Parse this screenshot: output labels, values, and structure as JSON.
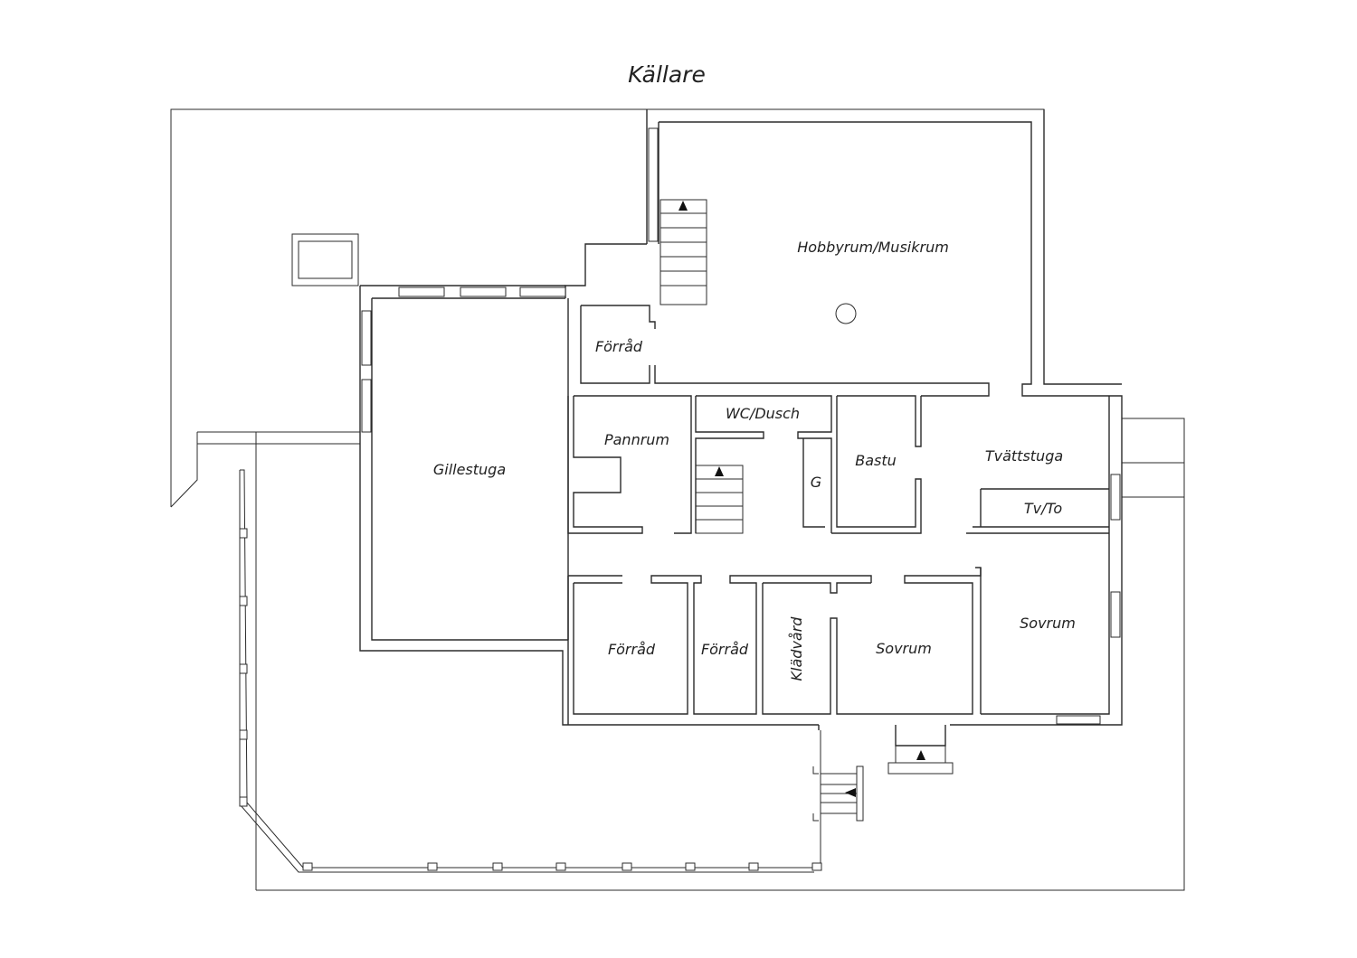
{
  "title": "Källare",
  "rooms": {
    "hobbyrum": "Hobbyrum/Musikrum",
    "forrad_top": "Förråd",
    "gillestuga": "Gillestuga",
    "pannrum": "Pannrum",
    "wc_dusch": "WC/Dusch",
    "g": "G",
    "bastu": "Bastu",
    "tvattstuga": "Tvättstuga",
    "tv_to": "Tv/To",
    "forrad_1": "Förråd",
    "forrad_2": "Förråd",
    "kladvard": "Klädvård",
    "sovrum_1": "Sovrum",
    "sovrum_2": "Sovrum"
  },
  "stairs": [
    {
      "name": "stairs-hobbyrum",
      "direction": "up"
    },
    {
      "name": "stairs-central",
      "direction": "up"
    },
    {
      "name": "stairs-entrance",
      "direction": "up"
    },
    {
      "name": "stairs-side",
      "direction": "left"
    }
  ]
}
